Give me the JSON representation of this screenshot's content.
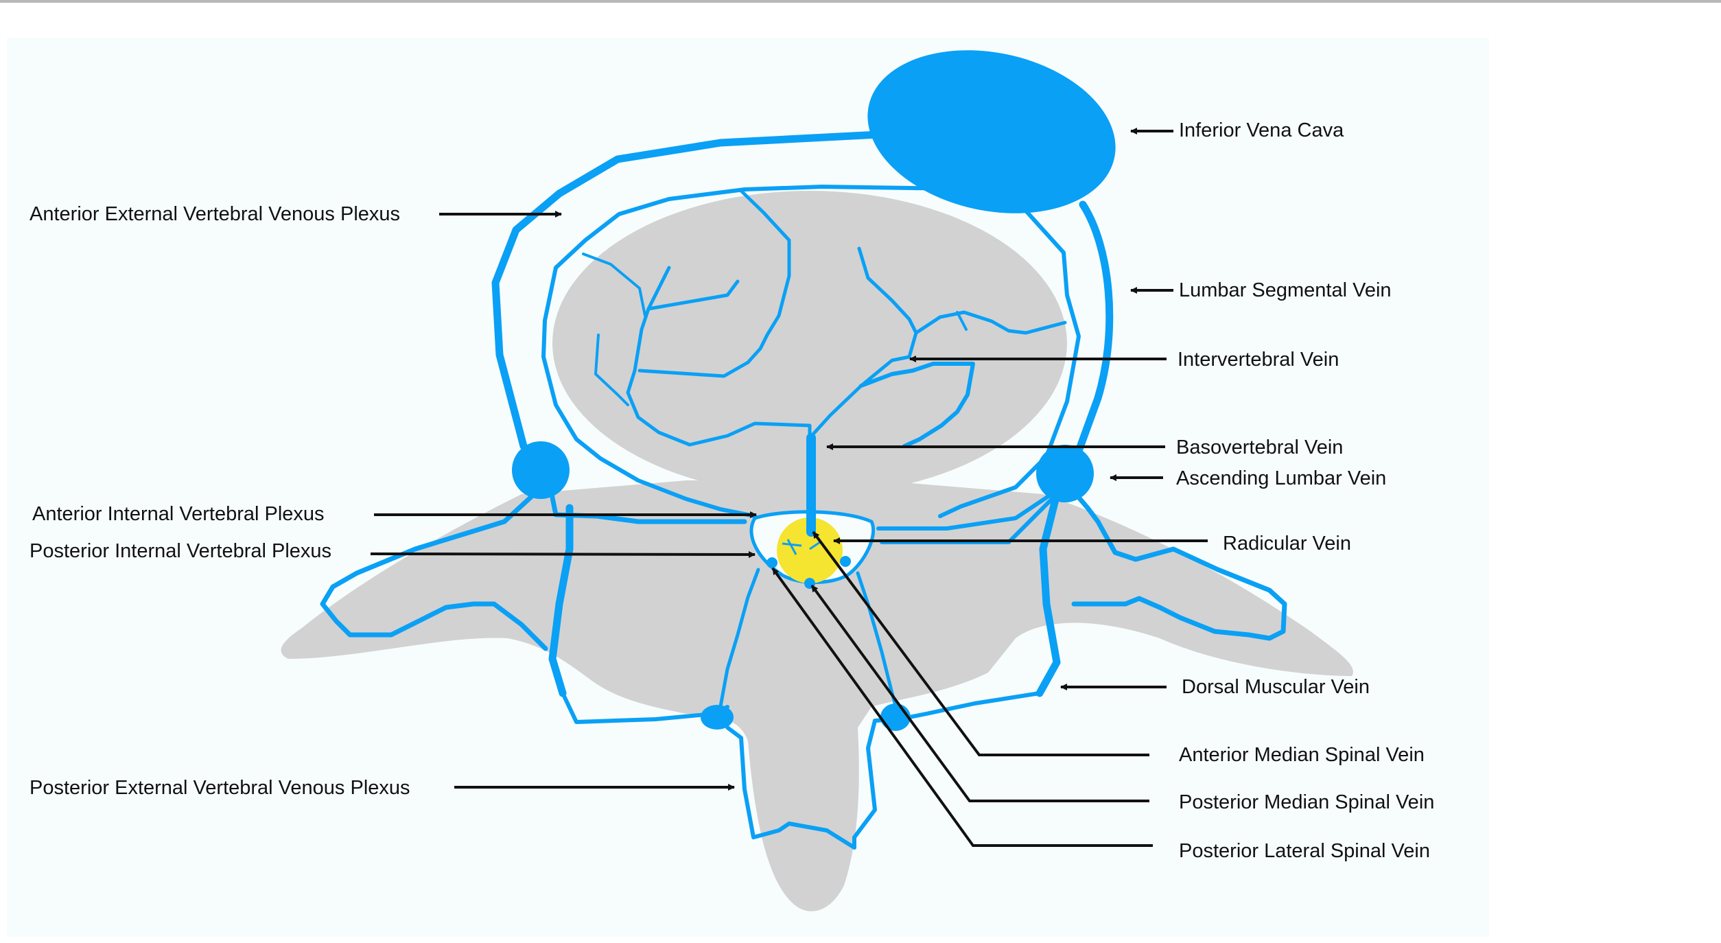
{
  "colors": {
    "vein": "#0aa0f5",
    "vein_dark": "#0a9ef5",
    "bone": "#d2d2d2",
    "cord": "#f5e430",
    "arrow": "#111111",
    "panel": "#f7fdfd"
  },
  "labels": {
    "inferior_vena_cava": "Inferior Vena Cava",
    "anterior_external_plexus": "Anterior External Vertebral Venous Plexus",
    "lumbar_segmental_vein": "Lumbar Segmental Vein",
    "intervertebral_vein": "Intervertebral Vein",
    "basovertebral_vein": "Basovertebral Vein",
    "ascending_lumbar_vein": "Ascending Lumbar Vein",
    "anterior_internal_plexus": "Anterior Internal Vertebral Plexus",
    "posterior_internal_plexus": "Posterior Internal Vertebral Plexus",
    "radicular_vein": "Radicular Vein",
    "dorsal_muscular_vein": "Dorsal Muscular Vein",
    "anterior_median_spinal_vein": "Anterior Median Spinal Vein",
    "posterior_median_spinal_vein": "Posterior Median Spinal Vein",
    "posterior_lateral_spinal_vein": "Posterior Lateral Spinal Vein",
    "posterior_external_plexus": "Posterior External Vertebral Venous Plexus"
  }
}
